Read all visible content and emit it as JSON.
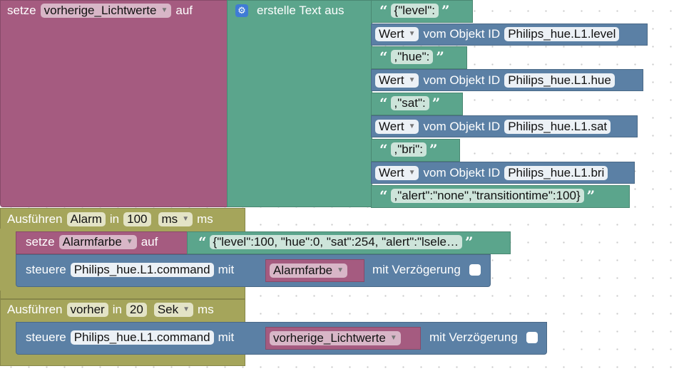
{
  "block_set": {
    "label": "setze",
    "variable": "vorherige_Lichtwerte",
    "to_label": "auf"
  },
  "text_join": {
    "label": "erstelle Text aus",
    "items": [
      {
        "kind": "text",
        "value": "{\"level\":"
      },
      {
        "kind": "value",
        "mode": "Wert",
        "of_label": "vom Objekt ID",
        "object_id": "Philips_hue.L1.level"
      },
      {
        "kind": "text",
        "value": ",\"hue\":"
      },
      {
        "kind": "value",
        "mode": "Wert",
        "of_label": "vom Objekt ID",
        "object_id": "Philips_hue.L1.hue"
      },
      {
        "kind": "text",
        "value": ",\"sat\":"
      },
      {
        "kind": "value",
        "mode": "Wert",
        "of_label": "vom Objekt ID",
        "object_id": "Philips_hue.L1.sat"
      },
      {
        "kind": "text",
        "value": ",\"bri\":"
      },
      {
        "kind": "value",
        "mode": "Wert",
        "of_label": "vom Objekt ID",
        "object_id": "Philips_hue.L1.bri"
      },
      {
        "kind": "text",
        "value": ",\"alert\":\"none\",\"transitiontime\":100}"
      }
    ]
  },
  "timeout1": {
    "label": "Ausführen",
    "name": "Alarm",
    "in_label": "in",
    "delay": "100",
    "unit": "ms",
    "suffix": "ms",
    "set_block": {
      "label": "setze",
      "variable": "Alarmfarbe",
      "to_label": "auf",
      "text": "{\"level\":100, \"hue\":0, \"sat\":254, \"alert\":\"lsele…"
    },
    "control_block": {
      "label": "steuere",
      "object_id": "Philips_hue.L1.command",
      "with_label": "mit",
      "variable": "Alarmfarbe",
      "delay_label": "mit Verzögerung"
    }
  },
  "timeout2": {
    "label": "Ausführen",
    "name": "vorher",
    "in_label": "in",
    "delay": "20",
    "unit": "Sek",
    "suffix": "ms",
    "control_block": {
      "label": "steuere",
      "object_id": "Philips_hue.L1.command",
      "with_label": "mit",
      "variable": "vorherige_Lichtwerte",
      "delay_label": "mit Verzögerung"
    }
  }
}
